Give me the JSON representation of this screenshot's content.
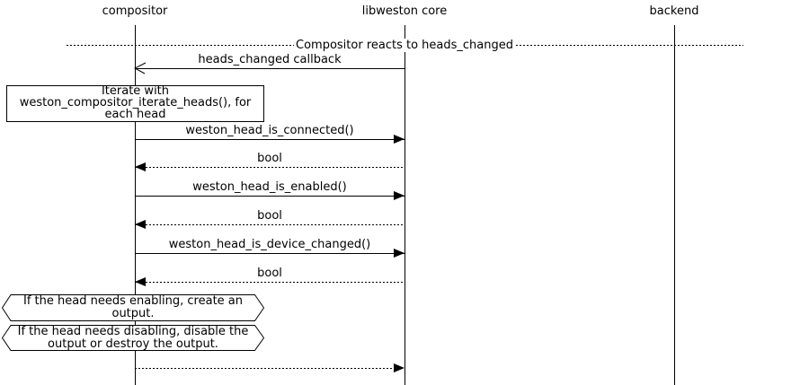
{
  "diagram": {
    "type": "uml-sequence",
    "background": "#ffffff",
    "line_color": "#000000",
    "text_color": "#000000"
  },
  "participants": [
    {
      "name": "compositor"
    },
    {
      "name": "libweston core"
    },
    {
      "name": "backend"
    }
  ],
  "divider": {
    "title": "Compositor reacts to heads_changed"
  },
  "note": {
    "lines": [
      "Iterate with",
      "weston_compositor_iterate_heads(), for",
      "each head"
    ]
  },
  "messages": [
    {
      "label": "heads_changed callback",
      "from": "libweston core",
      "to": "compositor",
      "line": "solid",
      "arrowhead": "open"
    },
    {
      "label": "weston_head_is_connected()",
      "from": "compositor",
      "to": "libweston core",
      "line": "solid",
      "arrowhead": "filled"
    },
    {
      "label": "bool",
      "from": "libweston core",
      "to": "compositor",
      "line": "dotted",
      "arrowhead": "filled"
    },
    {
      "label": "weston_head_is_enabled()",
      "from": "compositor",
      "to": "libweston core",
      "line": "solid",
      "arrowhead": "filled"
    },
    {
      "label": "bool",
      "from": "libweston core",
      "to": "compositor",
      "line": "dotted",
      "arrowhead": "filled"
    },
    {
      "label": "weston_head_is_device_changed()",
      "from": "compositor",
      "to": "libweston core",
      "line": "solid",
      "arrowhead": "filled"
    },
    {
      "label": "bool",
      "from": "libweston core",
      "to": "compositor",
      "line": "dotted",
      "arrowhead": "filled"
    },
    {
      "label": "",
      "from": "compositor",
      "to": "libweston core",
      "line": "dotted",
      "arrowhead": "filled"
    }
  ],
  "hex_notes": [
    {
      "lines": [
        "If the head needs enabling, create an",
        "output."
      ]
    },
    {
      "lines": [
        "If the head needs disabling, disable the",
        "output or destroy the output."
      ]
    }
  ]
}
